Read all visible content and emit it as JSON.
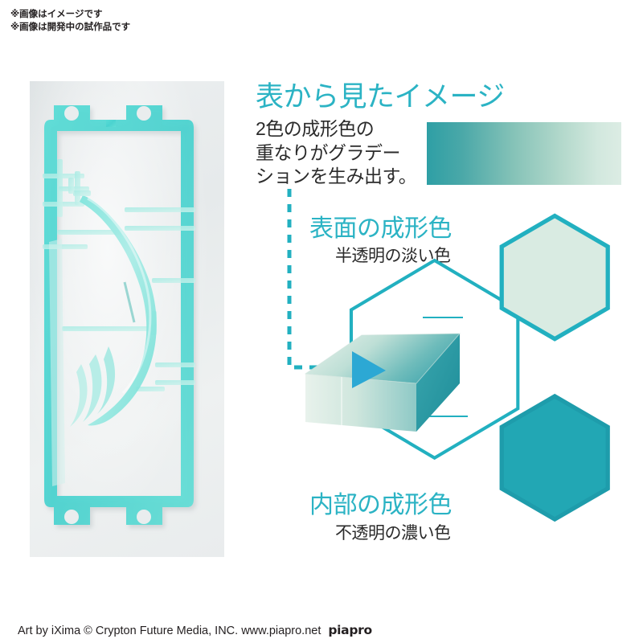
{
  "notes": [
    "※画像はイメージです",
    "※画像は開発中の試作品です"
  ],
  "photo": {
    "alt_name": "runner-sprue-photo",
    "background_color": "#eceff0",
    "plastic_color": "#4ed8d2"
  },
  "front_view": {
    "heading": "表から見たイメージ",
    "body_lines": [
      "2色の成形色の",
      "重なりがグラデー",
      "ションを生み出す。"
    ],
    "gradient_from": "#2e9fa5",
    "gradient_to": "#dcece4"
  },
  "surface": {
    "heading": "表面の成形色",
    "subtitle": "半透明の淡い色",
    "swatch_fill": "#d9ebe2",
    "swatch_stroke": "#22b0c0"
  },
  "inner": {
    "heading": "内部の成形色",
    "subtitle": "不透明の濃い色",
    "swatch_fill": "#22a7b4",
    "swatch_stroke": "#1e9cab"
  },
  "diagram": {
    "outline_color": "#22b0c0",
    "arrow_color": "#2ca8d4",
    "dashed_line_color": "#22b0c0",
    "block_light": "#dfeee6",
    "block_dark": "#239aa6"
  },
  "accent_color": "#2bb3c4",
  "footer": {
    "credit": "Art by iXima © Crypton Future Media, INC. www.piapro.net",
    "logo": "piapro"
  }
}
